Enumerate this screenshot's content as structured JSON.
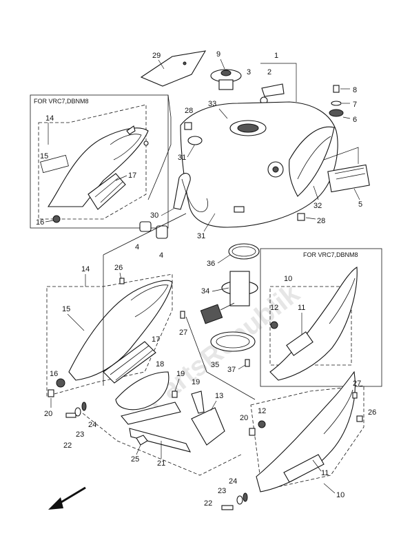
{
  "inset_labels": {
    "top_left": "FOR VRC7,DBNM8",
    "right": "FOR VRC7,DBNM8"
  },
  "callouts": {
    "c1": "1",
    "c2": "2",
    "c3": "3",
    "c5": "5",
    "c6": "6",
    "c7": "7",
    "c8": "8",
    "c9": "9",
    "c28a": "28",
    "c28b": "28",
    "c29": "29",
    "c30": "30",
    "c31a": "31",
    "c31b": "31",
    "c32": "32",
    "c33": "33",
    "c34": "34",
    "c35": "35",
    "c36": "36",
    "c37": "37",
    "c4a": "4",
    "c4b": "4",
    "t14": "14",
    "t15": "15",
    "t16": "16",
    "t17": "17",
    "m14": "14",
    "m15": "15",
    "m16": "16",
    "m17": "17",
    "m18": "18",
    "m19a": "19",
    "m19b": "19",
    "m20a": "20",
    "m20b": "20",
    "m21": "21",
    "m22a": "22",
    "m22b": "22",
    "m23a": "23",
    "m23b": "23",
    "m24a": "24",
    "m24b": "24",
    "m25": "25",
    "m26a": "26",
    "m26b": "26",
    "m27a": "27",
    "m27b": "27",
    "m13": "13",
    "r10a": "10",
    "r10b": "10",
    "r11a": "11",
    "r11b": "11",
    "r12a": "12",
    "r12b": "12"
  },
  "watermark": "PartsRepublik",
  "icons": {
    "direction_arrow": "front-direction-arrow-icon"
  },
  "colors": {
    "line": "#111111",
    "background": "#ffffff",
    "watermark": "#c9c9c9"
  }
}
